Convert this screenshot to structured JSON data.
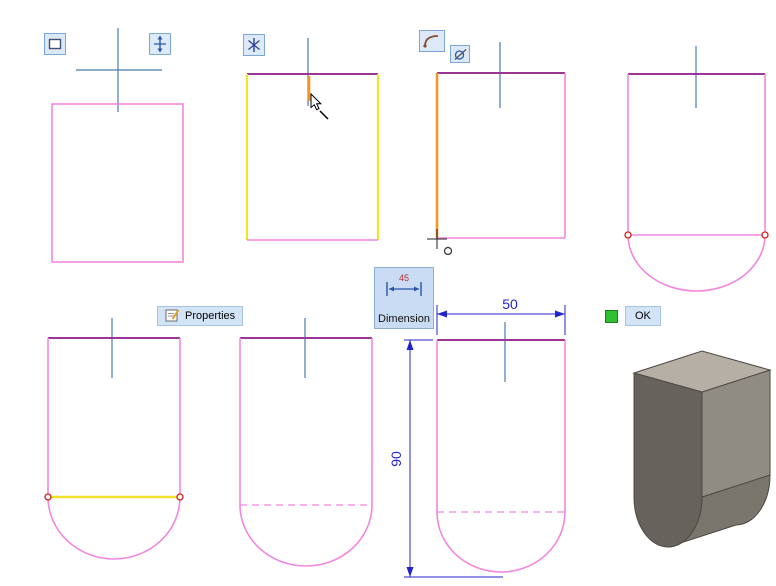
{
  "labels": {
    "properties": "Properties",
    "dimension": "Dimension",
    "ok": "OK",
    "dimension_icon_value": "45"
  },
  "dimensions": {
    "width": "50",
    "height": "90"
  },
  "icons": [
    {
      "name": "rectangle-tool-icon",
      "glyph": "small rectangle outline"
    },
    {
      "name": "centerline-tool-icon",
      "glyph": "vertical double-arrow with cross bar"
    },
    {
      "name": "trim-tool-icon",
      "glyph": "vertical bar with crossing diagonals"
    },
    {
      "name": "tangent-arc-tool-icon",
      "glyph": "quarter arc"
    },
    {
      "name": "sketch-fillet-tool-icon",
      "glyph": "circle with diagonal pencil"
    },
    {
      "name": "properties-icon",
      "glyph": "sheet with pencil"
    },
    {
      "name": "dimension-tool-icon",
      "glyph": "two bars with double arrow and 45"
    },
    {
      "name": "ok-green-icon",
      "glyph": "green filled square"
    }
  ],
  "colors": {
    "sketch_pink": "#f287e0",
    "selected_yellow": "#f0e32a",
    "highlight_orange": "#f79426",
    "edge_purple": "#9b3596",
    "centerline_blue": "#4a7ab0",
    "dimension_blue": "#2323cc",
    "endpoint_red": "#cc2222",
    "icon_bg": "#dce9f8",
    "icon_border": "#7da7d7",
    "solid_top_gray": "#b5afa5",
    "solid_side_gray": "#918c83",
    "solid_front_gray": "#67635c"
  }
}
